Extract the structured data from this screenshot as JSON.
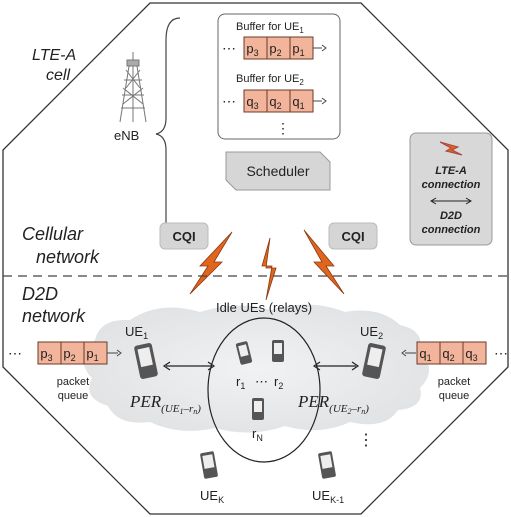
{
  "labels": {
    "lte_cell_line1": "LTE-A",
    "lte_cell_line2": "cell",
    "enb": "eNB",
    "buffer_ue1_prefix": "Buffer for UE",
    "buffer_ue1_sub": "1",
    "buffer_ue2_prefix": "Buffer for UE",
    "buffer_ue2_sub": "2",
    "dots": "⋯",
    "vdots": "⋮",
    "scheduler": "Scheduler",
    "cellular_line1": "Cellular",
    "cellular_line2": "network",
    "d2d_line1": "D2D",
    "d2d_line2": "network",
    "cqi_left": "CQI",
    "cqi_right": "CQI",
    "legend_lte_line1": "LTE-A",
    "legend_lte_line2": "connection",
    "legend_d2d_line1": "D2D",
    "legend_d2d_line2": "connection",
    "idle_ues": "Idle UEs (relays)",
    "ue1": "UE",
    "ue1_sub": "1",
    "ue2": "UE",
    "ue2_sub": "2",
    "uek": "UE",
    "uek_sub": "K",
    "uek1": "UE",
    "uek1_sub": "K-1",
    "r1": "r",
    "r1_sub": "1",
    "r2": "r",
    "r2_sub": "2",
    "rn": "r",
    "rn_sub": "N",
    "per": "PER",
    "per1_sub": "(UE",
    "per1_sub2": "1",
    "per1_sub3": "–r",
    "per1_sub4": "n",
    "per1_sub5": ")",
    "per2_sub": "(UE",
    "per2_sub2": "2",
    "per2_sub3": "–r",
    "per2_sub4": "n",
    "per2_sub5": ")",
    "packet_queue_left_1": "packet",
    "packet_queue_left_2": "queue",
    "packet_queue_right_1": "packet",
    "packet_queue_right_2": "queue"
  },
  "buffer_ue1_cells": [
    "p",
    "p",
    "p"
  ],
  "buffer_ue1_subs": [
    "3",
    "2",
    "1"
  ],
  "buffer_ue2_cells": [
    "q",
    "q",
    "q"
  ],
  "buffer_ue2_subs": [
    "3",
    "2",
    "1"
  ],
  "queue_left_subs": [
    "3",
    "2",
    "1"
  ],
  "queue_right_subs": [
    "1",
    "2",
    "3"
  ],
  "colors": {
    "cell_fill": "#f2b49a",
    "cell_stroke": "#6b3a2a",
    "lightning": "#e0651e",
    "cloud": "#e6e8ea",
    "badge": "#d5d5d5"
  }
}
